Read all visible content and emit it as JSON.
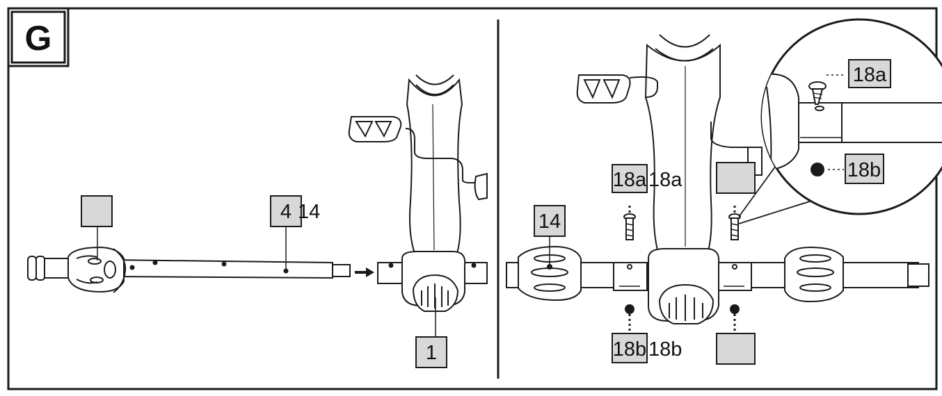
{
  "step_letter": "G",
  "labels": {
    "left_14_box": "",
    "left_4": "4",
    "left_14": "14",
    "left_1": "1",
    "right_14": "14",
    "right_18a_box": "18a",
    "right_18a": "18a",
    "right_18b_box": "18b",
    "right_18b": "18b",
    "right_box_upper": "",
    "right_box_lower": "",
    "detail_18a": "18a",
    "detail_18b": "18b"
  },
  "colors": {
    "line": "#1a1a1a",
    "label_fill": "#d8d8d8",
    "background": "#ffffff"
  }
}
